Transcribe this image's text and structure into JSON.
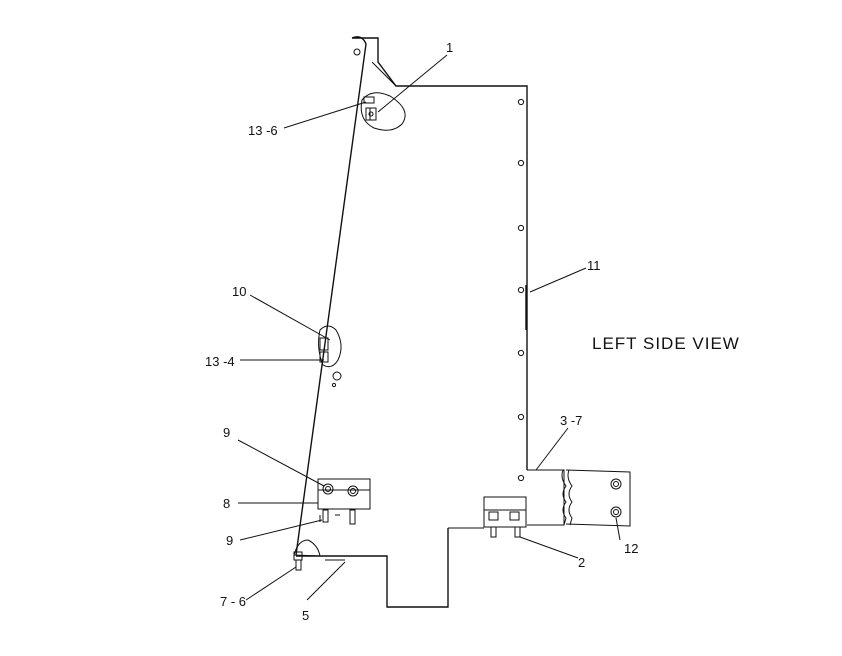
{
  "drawing": {
    "view_title": "LEFT SIDE VIEW",
    "callouts": {
      "c1": "1",
      "c13_6": "13 -6",
      "c11": "11",
      "c10": "10",
      "c13_4": "13 -4",
      "c9a": "9",
      "c3_7": "3 -7",
      "c8": "8",
      "c9b": "9",
      "c12": "12",
      "c2": "2",
      "c7_6": "7 - 6",
      "c5": "5"
    }
  }
}
